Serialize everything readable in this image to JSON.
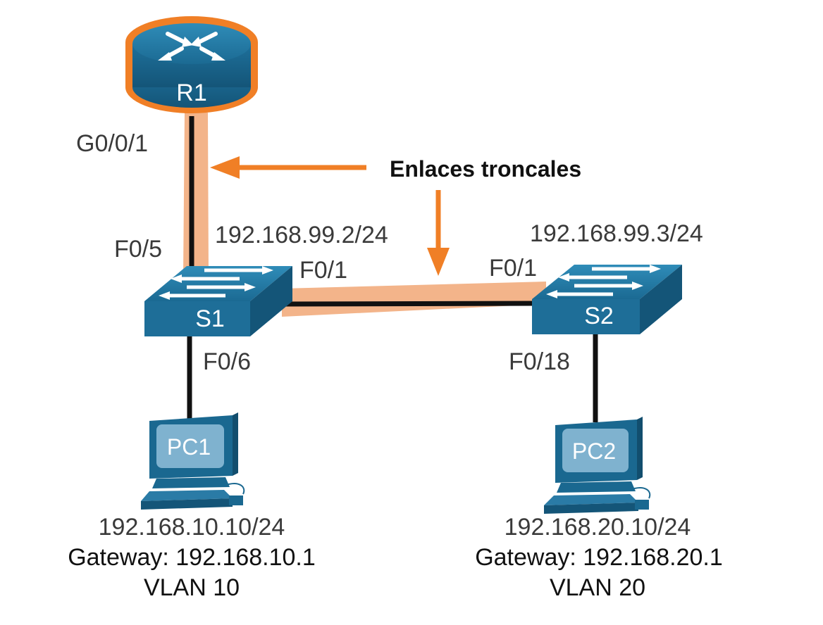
{
  "devices": {
    "router": {
      "name": "R1"
    },
    "switch1": {
      "name": "S1"
    },
    "switch2": {
      "name": "S2"
    },
    "pc1": {
      "name": "PC1"
    },
    "pc2": {
      "name": "PC2"
    }
  },
  "interfaces": {
    "r1_g001": "G0/0/1",
    "s1_f05": "F0/5",
    "s1_f01": "F0/1",
    "s1_f06": "F0/6",
    "s2_f01": "F0/1",
    "s2_f018": "F0/18"
  },
  "switch_ips": {
    "s1": "192.168.99.2/24",
    "s2": "192.168.99.3/24"
  },
  "hosts": {
    "pc1": {
      "ip": "192.168.10.10/24",
      "gateway": "Gateway: 192.168.10.1",
      "vlan": "VLAN 10"
    },
    "pc2": {
      "ip": "192.168.20.10/24",
      "gateway": "Gateway: 192.168.20.1",
      "vlan": "VLAN 20"
    }
  },
  "annotation": {
    "label": "Enlaces troncales"
  },
  "colors": {
    "device_blue": "#1f6f98",
    "trunk_highlight": "#f3b48a",
    "arrow_orange": "#f07f26",
    "link_black": "#111111"
  }
}
